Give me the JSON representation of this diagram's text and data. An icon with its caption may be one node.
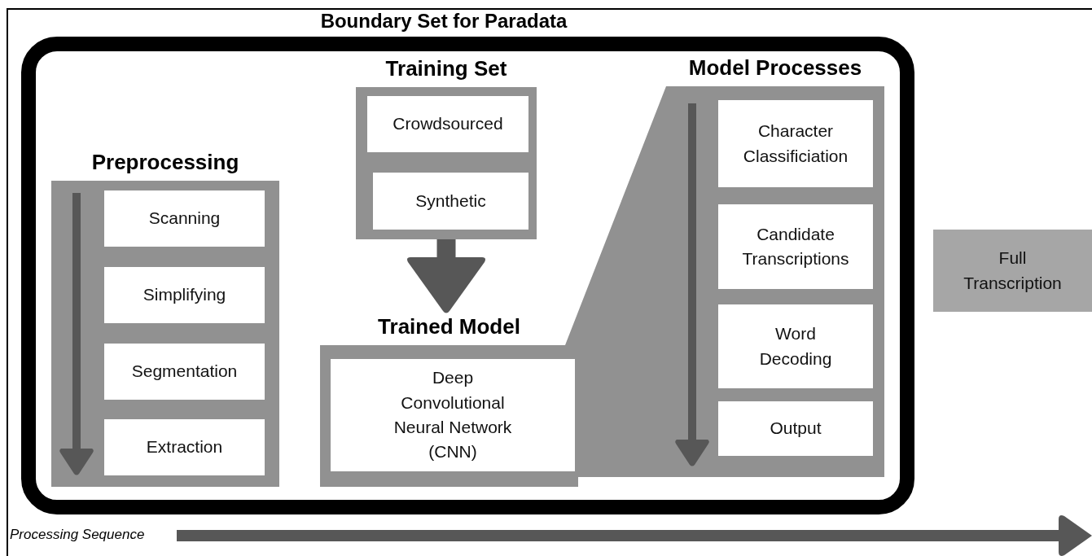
{
  "diagram": {
    "nodes": [
      {
        "text": [
          "Boundary Set for Paradata"
        ]
      },
      {
        "text": [
          "Preprocessing"
        ],
        "in": 0
      },
      {
        "text": [
          "Scanning"
        ],
        "in": 1
      },
      {
        "text": [
          "Simplifying"
        ],
        "in": 1
      },
      {
        "text": [
          "Segmentation"
        ],
        "in": 1
      },
      {
        "text": [
          "Extraction"
        ],
        "in": 1
      },
      {
        "text": [
          "Training Set"
        ],
        "in": 0
      },
      {
        "text": [
          "Crowdsourced"
        ],
        "in": 6
      },
      {
        "text": [
          "Synthetic"
        ],
        "in": 6
      },
      {
        "text": [
          "Trained Model"
        ],
        "in": 0
      },
      {
        "text": [
          "Deep Convolutional Neural Network (CNN)"
        ],
        "in": 9
      },
      {
        "text": [
          "Model Processes"
        ],
        "in": 0
      },
      {
        "text": [
          "Character Classificiation"
        ],
        "in": 11
      },
      {
        "text": [
          "Candidate Transcriptions"
        ],
        "in": 11
      },
      {
        "text": [
          "Word Decoding"
        ],
        "in": 11
      },
      {
        "text": [
          "Output"
        ],
        "in": 11
      },
      {
        "text": [
          "Full Transcription"
        ]
      }
    ],
    "edges": [
      {
        "from": 6,
        "to": 9,
        "arrow": "to"
      }
    ],
    "labels": [
      "Processing Sequence"
    ]
  }
}
